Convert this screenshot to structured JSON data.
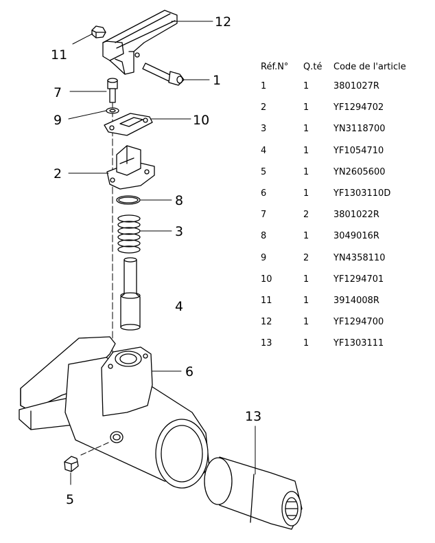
{
  "callouts": [
    {
      "id": "12",
      "label": "12"
    },
    {
      "id": "11",
      "label": "11"
    },
    {
      "id": "1",
      "label": "1"
    },
    {
      "id": "7",
      "label": "7"
    },
    {
      "id": "9",
      "label": "9"
    },
    {
      "id": "10",
      "label": "10"
    },
    {
      "id": "2",
      "label": "2"
    },
    {
      "id": "8",
      "label": "8"
    },
    {
      "id": "3",
      "label": "3"
    },
    {
      "id": "4",
      "label": "4"
    },
    {
      "id": "6",
      "label": "6"
    },
    {
      "id": "13",
      "label": "13"
    },
    {
      "id": "5",
      "label": "5"
    }
  ],
  "parts_table": {
    "headers": {
      "ref": "Réf.N°",
      "qty": "Q.té",
      "code": "Code de l'article"
    },
    "rows": [
      {
        "ref": "1",
        "qty": "1",
        "code": "3801027R"
      },
      {
        "ref": "2",
        "qty": "1",
        "code": "YF1294702"
      },
      {
        "ref": "3",
        "qty": "1",
        "code": "YN3118700"
      },
      {
        "ref": "4",
        "qty": "1",
        "code": "YF1054710"
      },
      {
        "ref": "5",
        "qty": "1",
        "code": "YN2605600"
      },
      {
        "ref": "6",
        "qty": "1",
        "code": "YF1303110D"
      },
      {
        "ref": "7",
        "qty": "2",
        "code": "3801022R"
      },
      {
        "ref": "8",
        "qty": "1",
        "code": "3049016R"
      },
      {
        "ref": "9",
        "qty": "2",
        "code": "YN4358110"
      },
      {
        "ref": "10",
        "qty": "1",
        "code": "YF1294701"
      },
      {
        "ref": "11",
        "qty": "1",
        "code": "3914008R"
      },
      {
        "ref": "12",
        "qty": "1",
        "code": "YF1294700"
      },
      {
        "ref": "13",
        "qty": "1",
        "code": "YF1303111"
      }
    ]
  }
}
